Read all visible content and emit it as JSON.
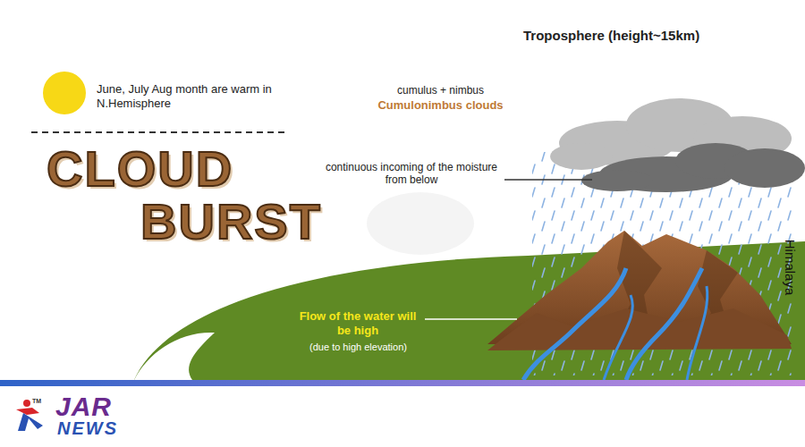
{
  "diagram": {
    "title": "CLOUD BURST",
    "labels": [
      "Troposphere (height~15km)",
      "June, July Aug month are warm in N.Hemisphere",
      "cumulus + nimbus",
      "Cumulonimbus clouds",
      "continuous incoming of the moisture from below",
      "Flow of the water will be high",
      "(due to high elevation)",
      "Himalaya",
      "TM",
      "JAR",
      "NEWS"
    ]
  }
}
